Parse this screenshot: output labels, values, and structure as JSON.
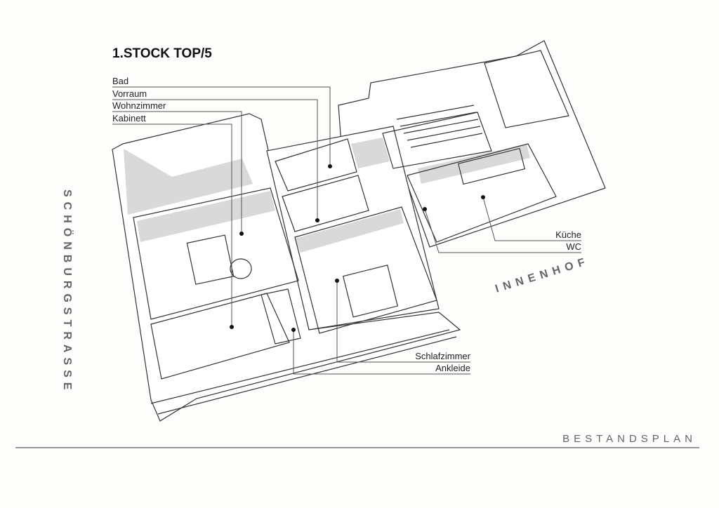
{
  "title": "1.STOCK TOP/5",
  "rooms": {
    "bad": "Bad",
    "vorraum": "Vorraum",
    "wohnzimmer": "Wohnzimmer",
    "kabinett": "Kabinett",
    "kueche": "Küche",
    "wc": "WC",
    "schlafzimmer": "Schlafzimmer",
    "ankleide": "Ankleide"
  },
  "streets": {
    "left": "SCHÖNBURGSTRASSE",
    "courtyard": "INNENHOF"
  },
  "footer": "BESTANDSPLAN",
  "colors": {
    "line": "#333333",
    "shade": "#d9d9d9",
    "rule": "#999999"
  }
}
